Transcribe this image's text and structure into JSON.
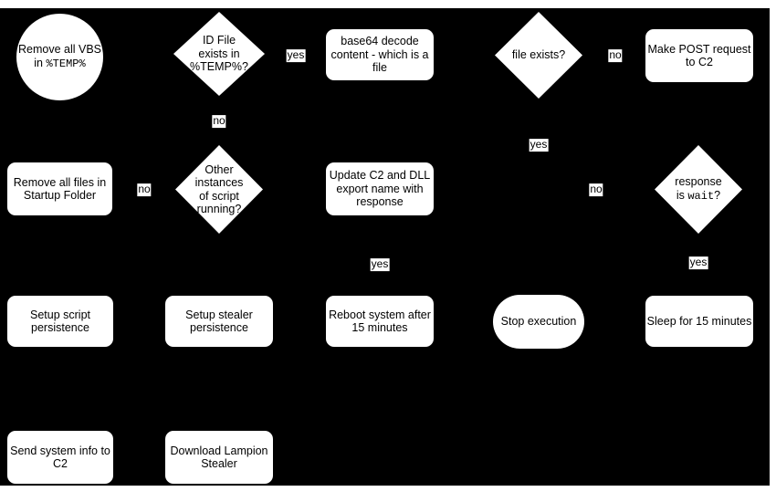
{
  "diagram": {
    "page_background": "#ffffff",
    "canvas_background": "#000000",
    "node_fill": "#ffffff",
    "node_text_color": "#000000"
  },
  "nodes": {
    "remove_vbs": {
      "line1": "Remove all VBS",
      "line2_prefix": "in ",
      "line2_mono": "%TEMP%"
    },
    "id_file_exists": {
      "line1": "ID File",
      "line2": "exists in",
      "line3": "%TEMP%?"
    },
    "base64_decode": {
      "lines": [
        "base64 decode",
        "content - which is a",
        "file"
      ]
    },
    "file_exists": {
      "text": "file exists?"
    },
    "make_post_request": {
      "lines": [
        "Make POST request",
        "to C2"
      ]
    },
    "remove_startup_files": {
      "lines": [
        "Remove all files in",
        "Startup Folder"
      ]
    },
    "other_instances": {
      "line1": "Other",
      "line2": "instances",
      "line3": "of script",
      "line4": "running?"
    },
    "update_c2_dll": {
      "lines": [
        "Update C2 and DLL",
        "export name with",
        "response"
      ]
    },
    "response_is_wait": {
      "line1": "response",
      "line2_prefix": "is ",
      "line2_mono": "wait",
      "line2_suffix": "?"
    },
    "setup_script_persistence": {
      "lines": [
        "Setup script",
        "persistence"
      ]
    },
    "setup_stealer_persistence": {
      "lines": [
        "Setup stealer",
        "persistence"
      ]
    },
    "reboot_system": {
      "lines": [
        "Reboot system after",
        "15 minutes"
      ]
    },
    "stop_execution": {
      "text": "Stop execution"
    },
    "sleep_15_minutes": {
      "text": "Sleep for 15 minutes"
    },
    "send_system_info": {
      "lines": [
        "Send system info to",
        "C2"
      ]
    },
    "download_lampion": {
      "lines": [
        "Download Lampion",
        "Stealer"
      ]
    }
  },
  "edge_labels": {
    "idfile_yes": "yes",
    "idfile_no": "no",
    "fileexists_no": "no",
    "fileexists_yes": "yes",
    "instances_no": "no",
    "update_yes": "yes",
    "wait_no": "no",
    "wait_yes": "yes"
  }
}
